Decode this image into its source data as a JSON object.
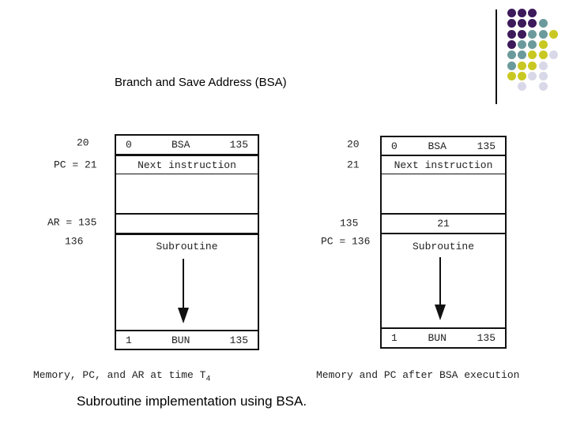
{
  "slide": {
    "title": "Branch and Save Address (BSA)",
    "caption": "Subroutine implementation using BSA."
  },
  "logo": {
    "colors": {
      "P": "#3d1a5b",
      "T": "#6b9a9c",
      "Y": "#c9c823",
      "L": "#d8d8e8"
    },
    "grid": [
      "PPP",
      "PPPT",
      "PPTTY",
      "PTTY",
      "TTYYL",
      "TYYL",
      "YYLL",
      ".L.L"
    ]
  },
  "left_diagram": {
    "labels": {
      "addr20": "20",
      "pc": "PC = 21",
      "ar": "AR = 135",
      "addr136": "136"
    },
    "row0": {
      "a": "0",
      "b": "BSA",
      "c": "135"
    },
    "row1": "Next instruction",
    "row3": "",
    "row4": "Subroutine",
    "row5": {
      "a": "1",
      "b": "BUN",
      "c": "135"
    },
    "caption_main": "Memory, PC, and AR at time T",
    "caption_sub": "4"
  },
  "right_diagram": {
    "labels": {
      "addr20": "20",
      "addr21": "21",
      "addr135": "135",
      "pc": "PC = 136"
    },
    "row0": {
      "a": "0",
      "b": "BSA",
      "c": "135"
    },
    "row1": "Next instruction",
    "row3": "21",
    "row4": "Subroutine",
    "row5": {
      "a": "1",
      "b": "BUN",
      "c": "135"
    },
    "caption": "Memory and PC after BSA execution"
  }
}
